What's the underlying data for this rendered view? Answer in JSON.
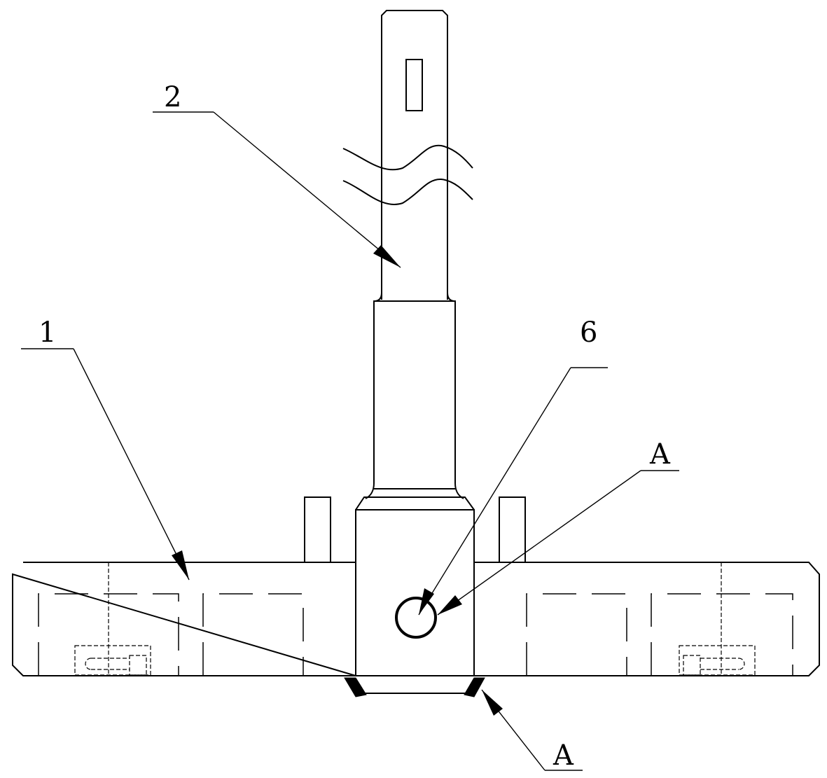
{
  "labels": {
    "part1": "1",
    "part2": "2",
    "part6": "6",
    "view_a_upper": "A",
    "view_a_lower": "A"
  },
  "colors": {
    "line": "#000000",
    "background": "#ffffff"
  }
}
